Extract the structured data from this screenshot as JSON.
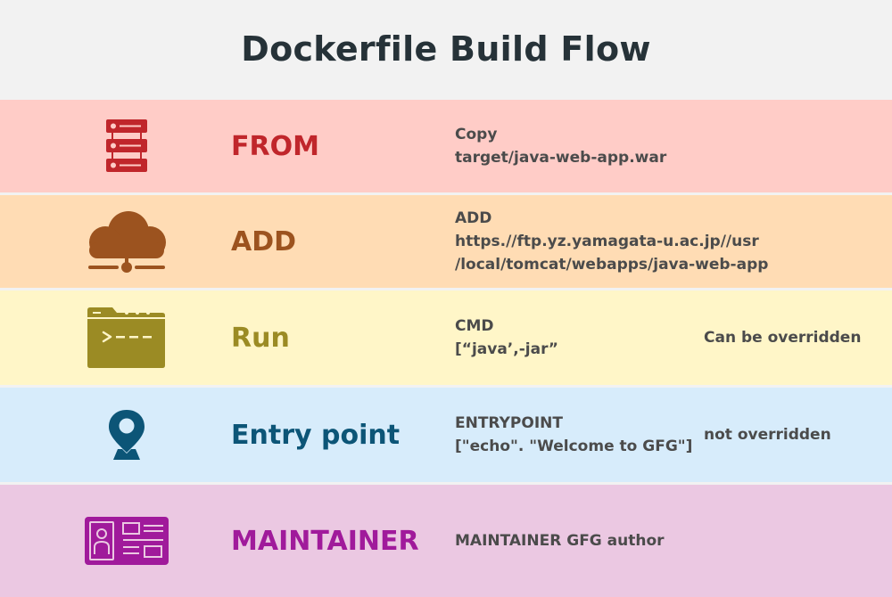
{
  "title": "Dockerfile Build Flow",
  "steps": [
    {
      "label": "FROM",
      "icon": "server-stack-icon",
      "bg": "#ffccc7",
      "color": "#c0262b",
      "desc": [
        "Copy",
        "target/java-web-app.war"
      ],
      "note": ""
    },
    {
      "label": "ADD",
      "icon": "cloud-network-icon",
      "bg": "#ffdcb4",
      "color": "#9c531f",
      "desc": [
        "ADD",
        "https.//ftp.yz.yamagata-u.ac.jp//usr",
        "/local/tomcat/webapps/java-web-app"
      ],
      "note": ""
    },
    {
      "label": "Run",
      "icon": "terminal-window-icon",
      "bg": "#fff6c8",
      "color": "#9b8b24",
      "desc": [
        "CMD",
        "[“java’,-jar”"
      ],
      "note": "Can be overridden"
    },
    {
      "label": "Entry point",
      "icon": "map-pin-icon",
      "bg": "#d7ecfb",
      "color": "#0c5577",
      "desc": [
        "ENTRYPOINT",
        "[\"echo\". \"Welcome to GFG\"]"
      ],
      "note": "not overridden"
    },
    {
      "label": "MAINTAINER",
      "icon": "id-card-icon",
      "bg": "#ebc8e2",
      "color": "#a01a9b",
      "desc": [
        "MAINTAINER GFG author"
      ],
      "note": ""
    }
  ]
}
